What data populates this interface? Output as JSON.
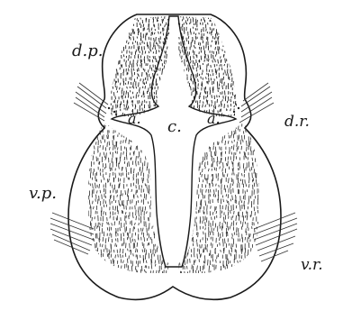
{
  "figure": {
    "background": "#ffffff",
    "ink": "#1a1a1a",
    "labels": {
      "dp": "d.p.",
      "dr": "d.r.",
      "vp": "v.p.",
      "vr": "v.r.",
      "a_left": "a.",
      "a_right": "a.",
      "c": "c."
    }
  }
}
